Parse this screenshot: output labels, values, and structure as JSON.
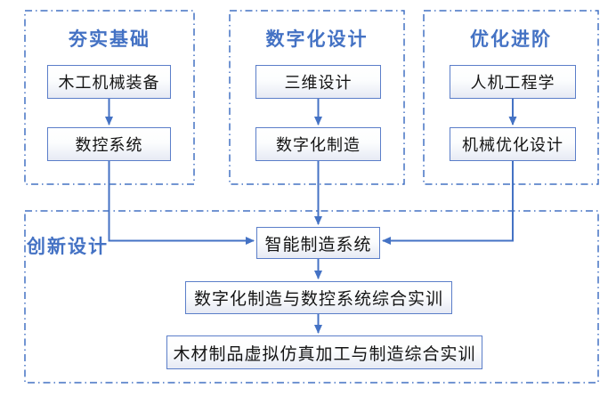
{
  "colors": {
    "accent_blue": "#4472C4",
    "node_border": "#5B7EC9",
    "node_fill_top": "#FFFFFF",
    "node_fill_bottom": "#E6EAF4",
    "node_text": "#141414",
    "background": "#FFFFFF"
  },
  "groups": [
    {
      "title": "夯实基础",
      "boxes": [
        "木工机械装备",
        "数控系统"
      ]
    },
    {
      "title": "数字化设计",
      "boxes": [
        "三维设计",
        "数字化制造"
      ]
    },
    {
      "title": "优化进阶",
      "boxes": [
        "人机工程学",
        "机械优化设计"
      ]
    },
    {
      "title": "创新设计",
      "boxes": [
        "智能制造系统",
        "数字化制造与数控系统综合实训",
        "木材制品虚拟仿真加工与制造综合实训"
      ]
    }
  ],
  "connections": [
    {
      "from": "木工机械装备",
      "to": "数控系统"
    },
    {
      "from": "数控系统",
      "to": "智能制造系统"
    },
    {
      "from": "三维设计",
      "to": "数字化制造"
    },
    {
      "from": "数字化制造",
      "to": "智能制造系统"
    },
    {
      "from": "人机工程学",
      "to": "机械优化设计"
    },
    {
      "from": "机械优化设计",
      "to": "智能制造系统"
    },
    {
      "from": "智能制造系统",
      "to": "数字化制造与数控系统综合实训"
    },
    {
      "from": "数字化制造与数控系统综合实训",
      "to": "木材制品虚拟仿真加工与制造综合实训"
    }
  ]
}
